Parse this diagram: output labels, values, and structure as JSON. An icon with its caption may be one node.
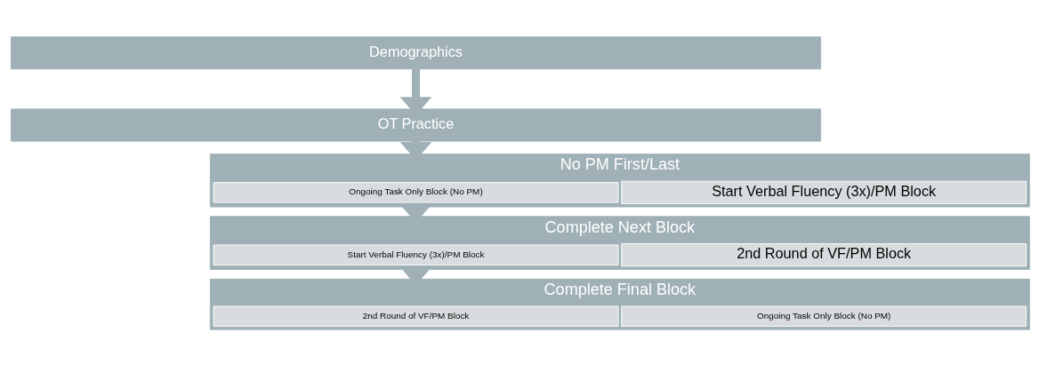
{
  "diagram": {
    "nodes": [
      {
        "text": [
          "Demographics"
        ]
      },
      {
        "text": [
          "OT Practice"
        ]
      },
      {
        "text": [
          "No PM First/Last"
        ]
      },
      {
        "text": [
          "Ongoing Task Only Block (No PM)"
        ],
        "in": 2
      },
      {
        "text": [
          "Start Verbal Fluency (3x)/PM Block"
        ],
        "in": 2
      },
      {
        "text": [
          "Complete Next Block"
        ]
      },
      {
        "text": [
          "Start Verbal Fluency (3x)/PM Block"
        ],
        "in": 5
      },
      {
        "text": [
          "2nd Round of VF/PM Block"
        ],
        "in": 5
      },
      {
        "text": [
          "Complete Final Block"
        ]
      },
      {
        "text": [
          "2nd Round of VF/PM Block"
        ],
        "in": 8
      },
      {
        "text": [
          "Ongoing Task Only Block (No PM)"
        ],
        "in": 8
      }
    ],
    "edges": [
      {
        "from": 0,
        "to": 1,
        "arrow": "to"
      },
      {
        "from": 1,
        "to": 2,
        "arrow": "to"
      },
      {
        "from": 2,
        "to": 5,
        "arrow": "to"
      },
      {
        "from": 5,
        "to": 8,
        "arrow": "to"
      }
    ]
  }
}
